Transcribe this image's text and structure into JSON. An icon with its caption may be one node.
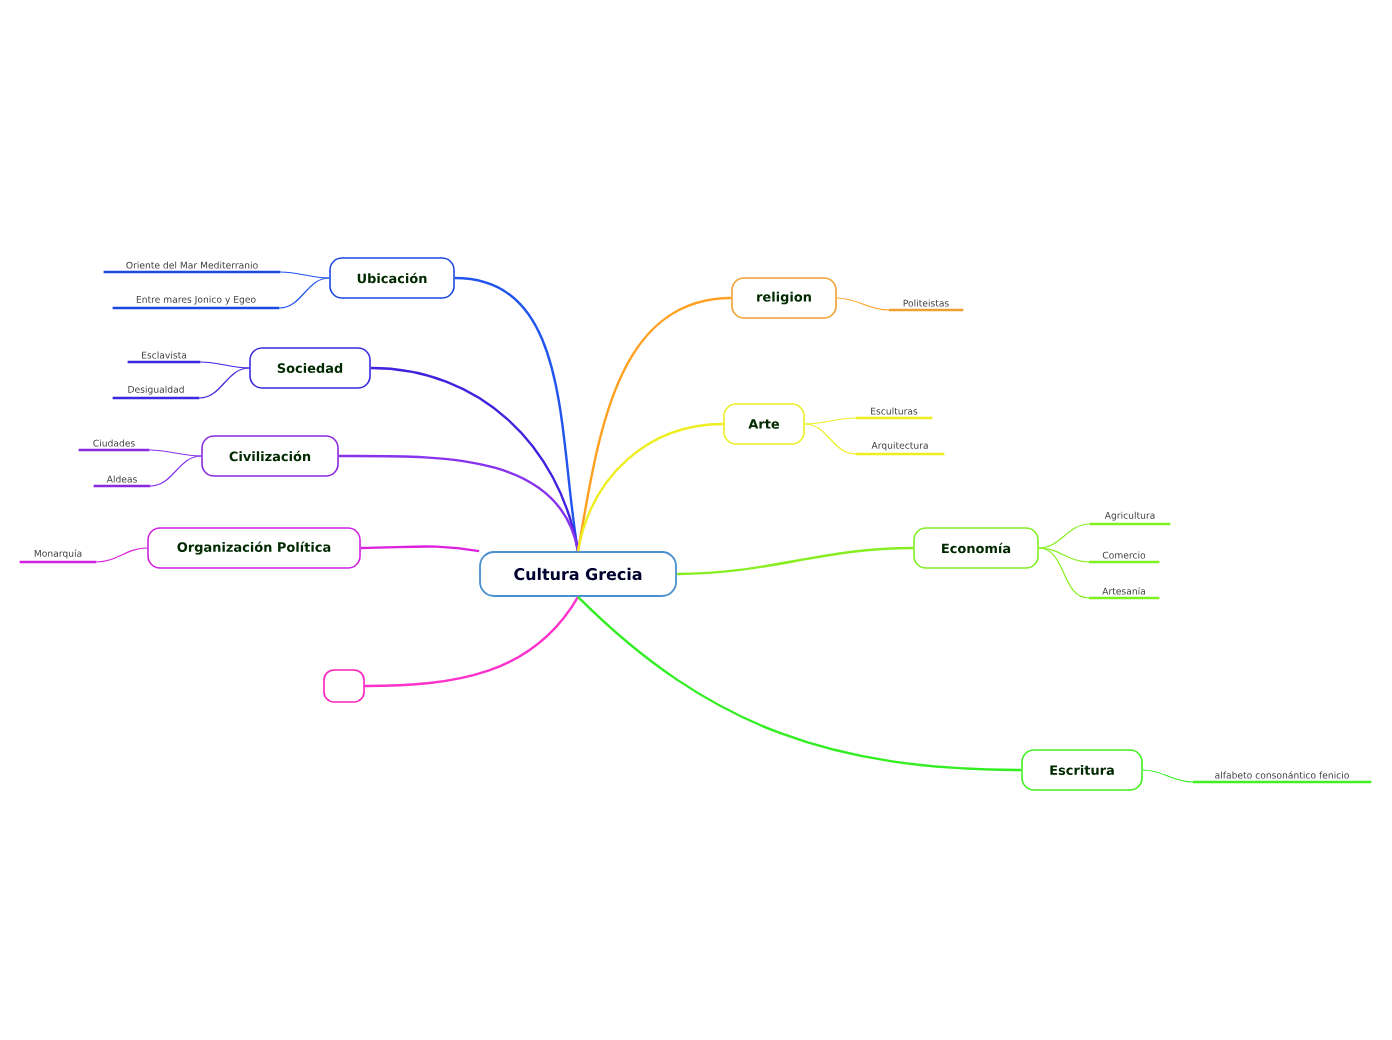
{
  "diagram": {
    "nodes": [
      {
        "text": [
          "Cultura Grecia"
        ]
      },
      {
        "text": [
          "Ubicación"
        ]
      },
      {
        "text": [
          "Oriente del Mar Mediterranio"
        ]
      },
      {
        "text": [
          "Entre mares Jonico y Egeo"
        ]
      },
      {
        "text": [
          "Sociedad"
        ]
      },
      {
        "text": [
          "Esclavista"
        ]
      },
      {
        "text": [
          "Desigualdad"
        ]
      },
      {
        "text": [
          "Civilización"
        ]
      },
      {
        "text": [
          "Ciudades"
        ]
      },
      {
        "text": [
          "Aldeas"
        ]
      },
      {
        "text": [
          "Organización Política"
        ]
      },
      {
        "text": [
          "Monarquía"
        ]
      },
      {
        "text": [],
        "shape": "box"
      },
      {
        "text": [
          "religion"
        ]
      },
      {
        "text": [
          "Politeistas"
        ]
      },
      {
        "text": [
          "Arte"
        ]
      },
      {
        "text": [
          "Esculturas"
        ]
      },
      {
        "text": [
          "Arquitectura"
        ]
      },
      {
        "text": [
          "Economía"
        ]
      },
      {
        "text": [
          "Agricultura"
        ]
      },
      {
        "text": [
          "Comercio"
        ]
      },
      {
        "text": [
          "Artesanía"
        ]
      },
      {
        "text": [
          "Escritura"
        ]
      },
      {
        "text": [
          "alfabeto consonántico fenicio"
        ]
      }
    ],
    "edges": [
      {
        "from": 0,
        "to": 1,
        "arrow": "none",
        "color": "#2255ee"
      },
      {
        "from": 1,
        "to": 2,
        "arrow": "none",
        "color": "#2255ee"
      },
      {
        "from": 1,
        "to": 3,
        "arrow": "none",
        "color": "#2255ee"
      },
      {
        "from": 0,
        "to": 4,
        "arrow": "none",
        "color": "#4422dd"
      },
      {
        "from": 4,
        "to": 5,
        "arrow": "none",
        "color": "#4422dd"
      },
      {
        "from": 4,
        "to": 6,
        "arrow": "none",
        "color": "#4422dd"
      },
      {
        "from": 0,
        "to": 7,
        "arrow": "none",
        "color": "#8833ee"
      },
      {
        "from": 7,
        "to": 8,
        "arrow": "none",
        "color": "#8833ee"
      },
      {
        "from": 7,
        "to": 9,
        "arrow": "none",
        "color": "#8833ee"
      },
      {
        "from": 0,
        "to": 10,
        "arrow": "none",
        "color": "#dd22dd"
      },
      {
        "from": 10,
        "to": 11,
        "arrow": "none",
        "color": "#dd22dd"
      },
      {
        "from": 0,
        "to": 12,
        "arrow": "none",
        "color": "#ff33cc"
      },
      {
        "from": 0,
        "to": 13,
        "arrow": "none",
        "color": "#ffa020"
      },
      {
        "from": 13,
        "to": 14,
        "arrow": "none",
        "color": "#ffa020"
      },
      {
        "from": 0,
        "to": 15,
        "arrow": "none",
        "color": "#eeee22"
      },
      {
        "from": 15,
        "to": 16,
        "arrow": "none",
        "color": "#eeee22"
      },
      {
        "from": 15,
        "to": 17,
        "arrow": "none",
        "color": "#eeee22"
      },
      {
        "from": 0,
        "to": 18,
        "arrow": "none",
        "color": "#88ee22"
      },
      {
        "from": 18,
        "to": 19,
        "arrow": "none",
        "color": "#88ee22"
      },
      {
        "from": 18,
        "to": 20,
        "arrow": "none",
        "color": "#88ee22"
      },
      {
        "from": 18,
        "to": 21,
        "arrow": "none",
        "color": "#88ee22"
      },
      {
        "from": 0,
        "to": 22,
        "arrow": "none",
        "color": "#33ee22"
      },
      {
        "from": 22,
        "to": 23,
        "arrow": "none",
        "color": "#33ee22"
      }
    ]
  }
}
